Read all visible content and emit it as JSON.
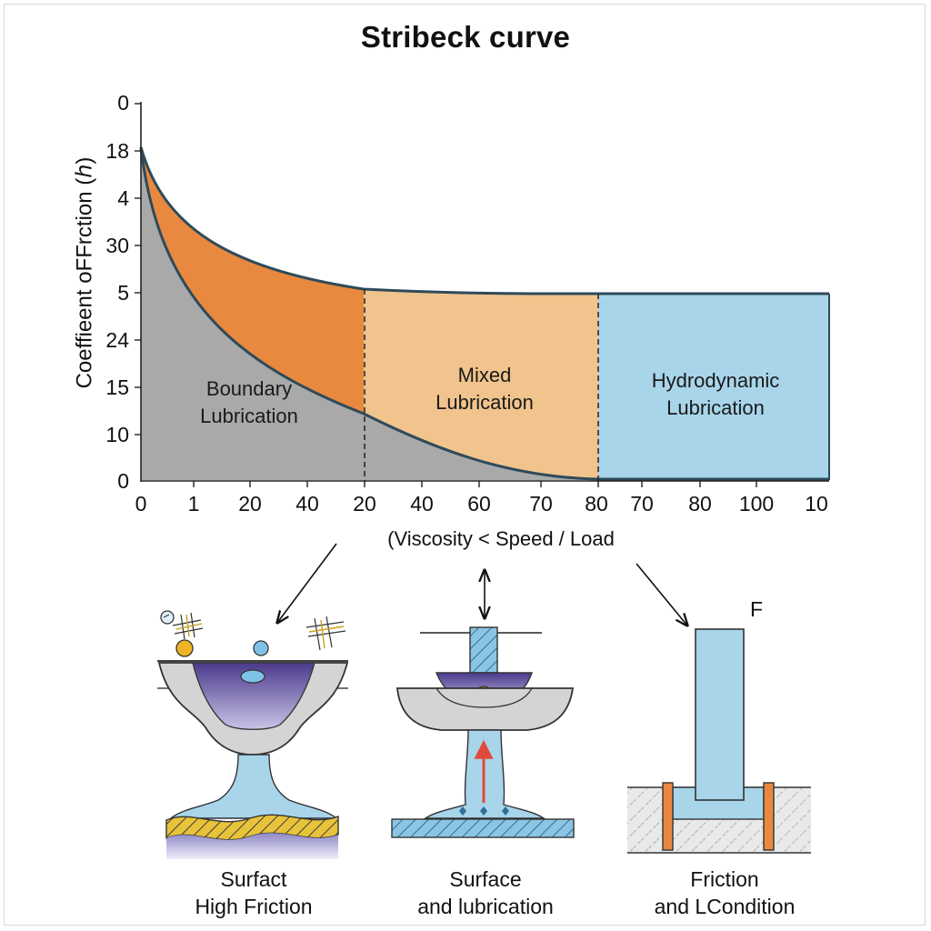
{
  "title": "Stribeck curve",
  "chart": {
    "ylabel": "Coeffieent oFFrction (ℎ)",
    "xlabel": "(Viscosity < Speed / Load",
    "yticks": [
      "0",
      "18",
      "4",
      "30",
      "5",
      "24",
      "15",
      "10",
      "0"
    ],
    "xticks": [
      "0",
      "1",
      "20",
      "40",
      "20",
      "40",
      "60",
      "70",
      "80",
      "70",
      "80",
      "100",
      "10"
    ],
    "regions": {
      "boundary": [
        "Boundary",
        "Lubrication"
      ],
      "mixed": [
        "Mixed",
        "Lubrication"
      ],
      "hydrodynamic": [
        "Hydrodynamic",
        "Lubrication"
      ]
    }
  },
  "colors": {
    "gray": "#a9a9a9",
    "orange": "#e8893f",
    "peach": "#f1c38d",
    "blue": "#a8d5ea",
    "curve": "#2e4a5a"
  },
  "illustrations": {
    "force_label": "F",
    "captions": [
      [
        "Surfact",
        "High Friction"
      ],
      [
        "Surface",
        "and lubrication"
      ],
      [
        "Friction",
        "and LCondition"
      ]
    ]
  }
}
